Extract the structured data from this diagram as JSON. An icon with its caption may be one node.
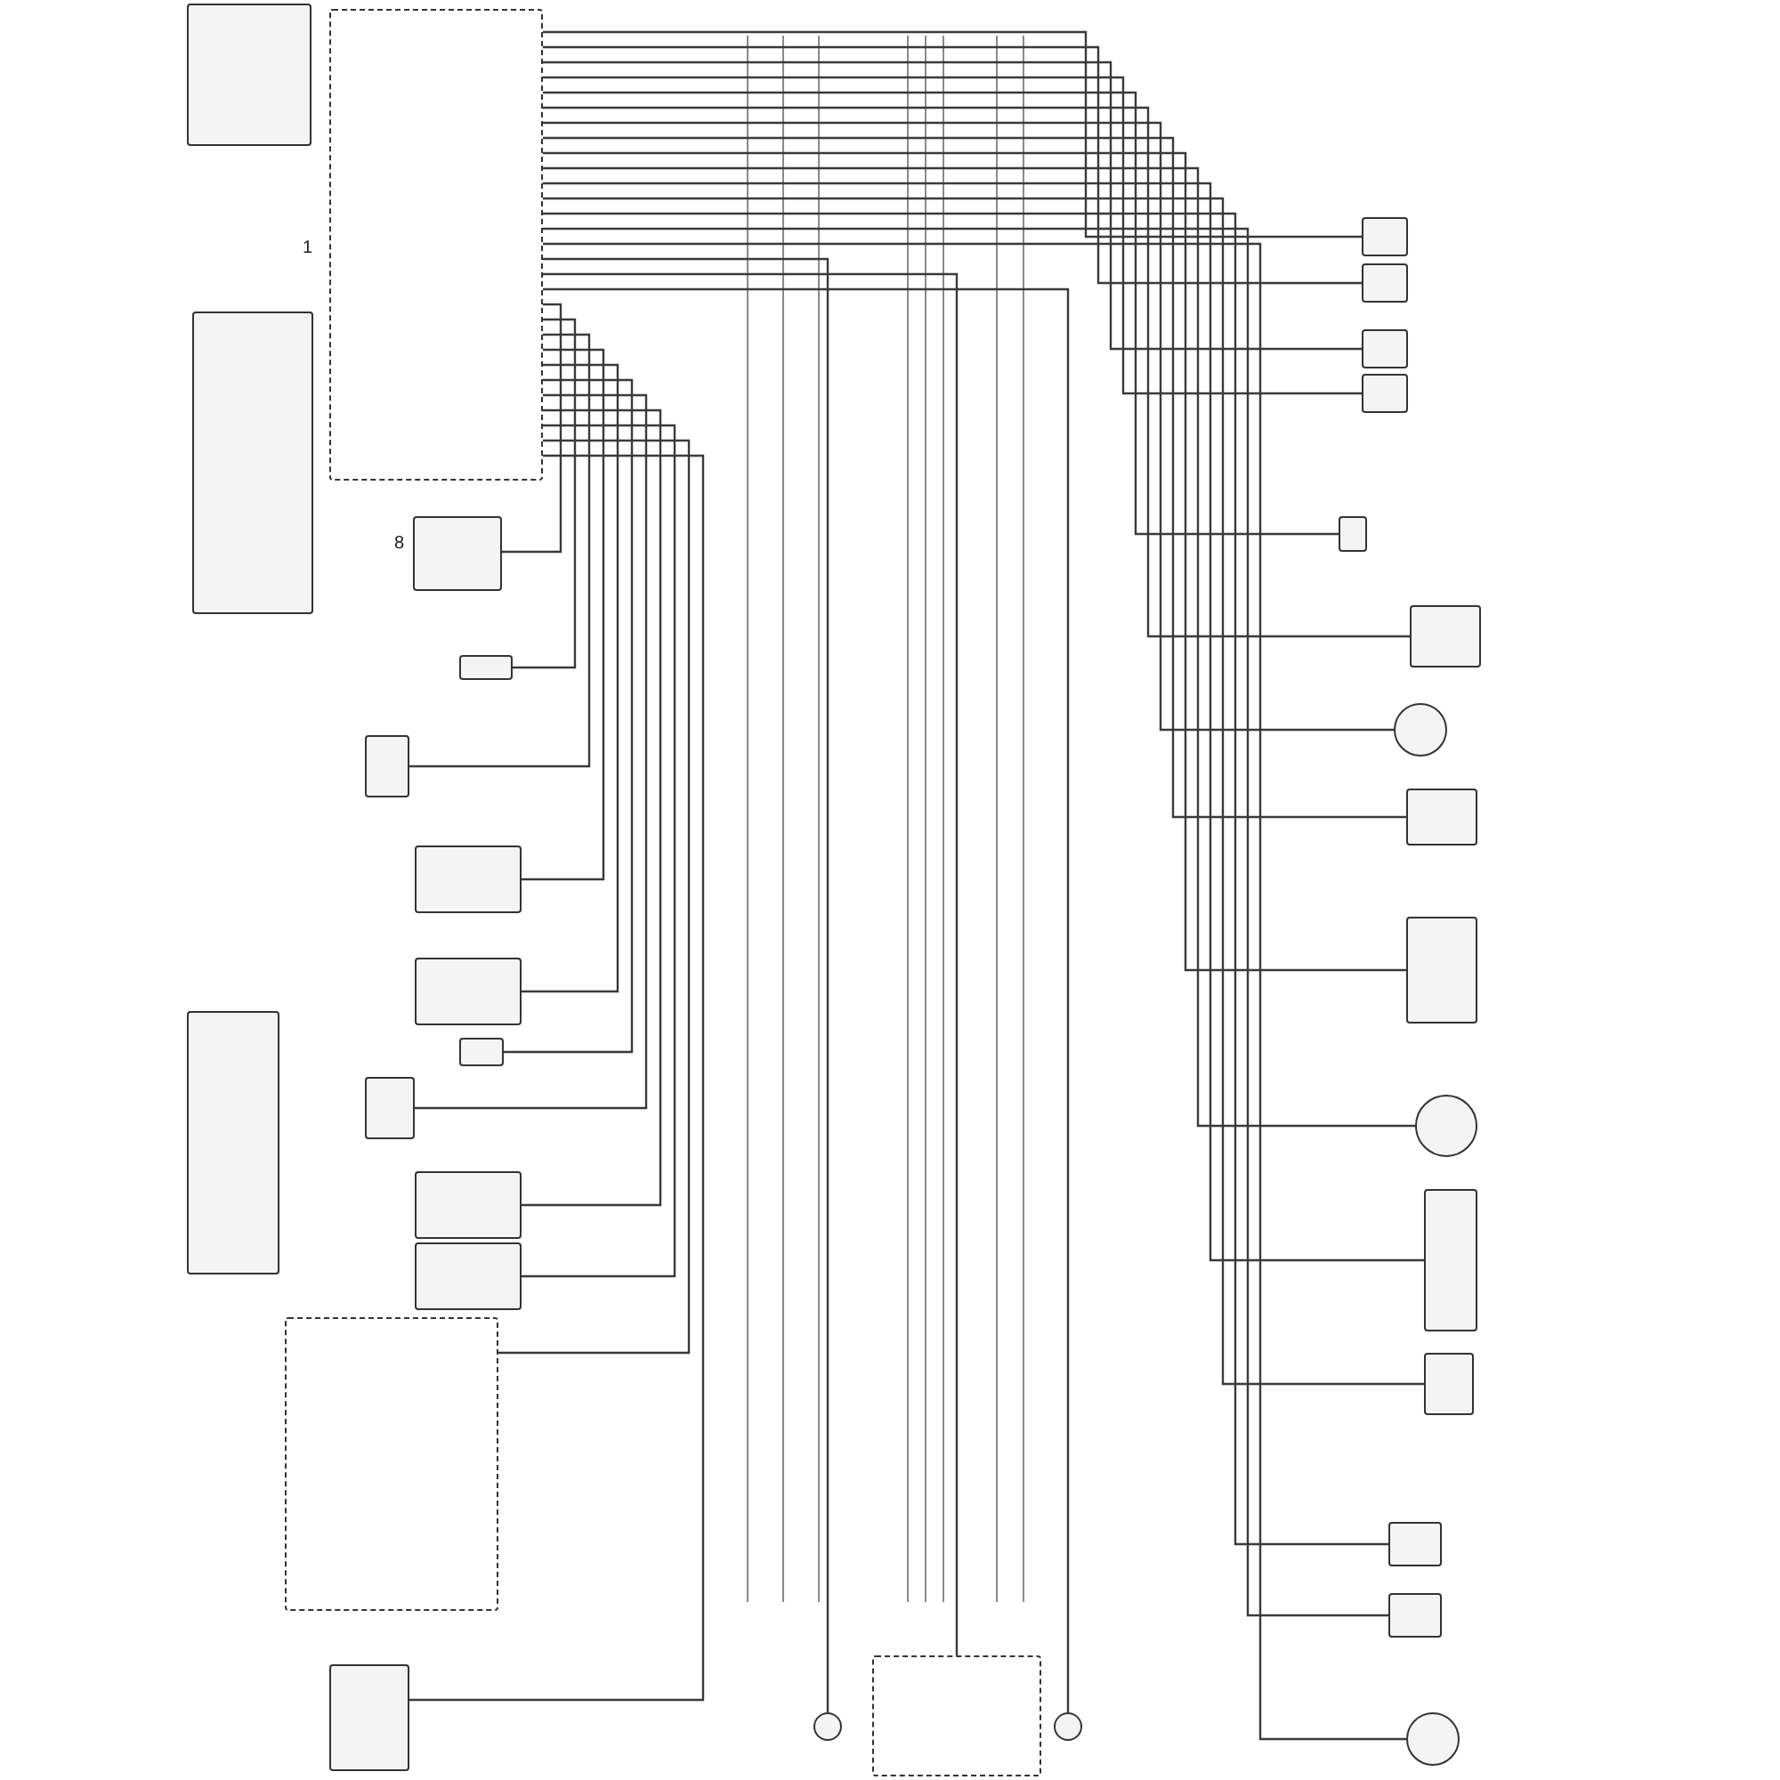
{
  "diagram": {
    "nodes": [
      {
        "text": [],
        "shape": "box"
      },
      {
        "text": [],
        "shape": "box"
      },
      {
        "text": [],
        "shape": "box"
      },
      {
        "text": [],
        "shape": "box",
        "beside": [
          "8"
        ]
      },
      {
        "text": [],
        "shape": "box"
      },
      {
        "text": [],
        "shape": "box"
      },
      {
        "text": [],
        "shape": "box"
      },
      {
        "text": [],
        "shape": "box"
      },
      {
        "text": [],
        "shape": "box"
      },
      {
        "text": [],
        "shape": "box"
      },
      {
        "text": [],
        "shape": "box"
      },
      {
        "text": [],
        "shape": "box"
      },
      {
        "text": [],
        "shape": "box"
      },
      {
        "text": [],
        "shape": "box"
      },
      {
        "text": [],
        "shape": "box"
      },
      {
        "text": [],
        "shape": "box"
      },
      {
        "text": [],
        "shape": "box"
      },
      {
        "text": [],
        "shape": "box"
      },
      {
        "text": [],
        "shape": "box"
      },
      {
        "text": [],
        "shape": "box"
      },
      {
        "text": [],
        "shape": "box"
      },
      {
        "text": [],
        "shape": "circle"
      },
      {
        "text": [],
        "shape": "box"
      },
      {
        "text": [],
        "shape": "box"
      },
      {
        "text": [],
        "shape": "circle"
      },
      {
        "text": [],
        "shape": "box"
      },
      {
        "text": [],
        "shape": "box"
      },
      {
        "text": [],
        "shape": "box"
      },
      {
        "text": [],
        "shape": "box"
      },
      {
        "text": [],
        "shape": "circle"
      },
      {
        "text": [],
        "shape": "circle"
      },
      {
        "text": [],
        "shape": "circle"
      },
      {
        "text": [],
        "shape": "box"
      }
    ],
    "edges": [
      {
        "from": 1,
        "to": 15,
        "arrow": "none"
      },
      {
        "from": 1,
        "to": 16,
        "arrow": "none"
      },
      {
        "from": 1,
        "to": 17,
        "arrow": "none"
      },
      {
        "from": 1,
        "to": 18,
        "arrow": "none"
      },
      {
        "from": 1,
        "to": 19,
        "arrow": "none"
      },
      {
        "from": 1,
        "to": 20,
        "arrow": "none"
      },
      {
        "from": 1,
        "to": 21,
        "arrow": "none"
      },
      {
        "from": 1,
        "to": 22,
        "arrow": "none"
      },
      {
        "from": 1,
        "to": 23,
        "arrow": "none"
      },
      {
        "from": 1,
        "to": 24,
        "arrow": "none"
      },
      {
        "from": 1,
        "to": 25,
        "arrow": "none"
      },
      {
        "from": 1,
        "to": 26,
        "arrow": "none"
      },
      {
        "from": 1,
        "to": 27,
        "arrow": "none"
      },
      {
        "from": 1,
        "to": 28,
        "arrow": "none"
      },
      {
        "from": 1,
        "to": 29,
        "arrow": "none"
      },
      {
        "from": 1,
        "to": 30,
        "arrow": "none"
      },
      {
        "from": 1,
        "to": 32,
        "arrow": "none"
      },
      {
        "from": 1,
        "to": 31,
        "arrow": "none"
      },
      {
        "from": 3,
        "to": 1,
        "arrow": "none"
      },
      {
        "from": 4,
        "to": 1,
        "arrow": "none"
      },
      {
        "from": 5,
        "to": 1,
        "arrow": "none"
      },
      {
        "from": 6,
        "to": 1,
        "arrow": "none"
      },
      {
        "from": 7,
        "to": 1,
        "arrow": "none"
      },
      {
        "from": 9,
        "to": 1,
        "arrow": "none"
      },
      {
        "from": 10,
        "to": 1,
        "arrow": "none"
      },
      {
        "from": 11,
        "to": 1,
        "arrow": "none"
      },
      {
        "from": 12,
        "to": 1,
        "arrow": "none"
      },
      {
        "from": 13,
        "to": 1,
        "arrow": "none"
      },
      {
        "from": 14,
        "to": 1,
        "arrow": "none"
      }
    ],
    "labels": [
      "1"
    ]
  }
}
